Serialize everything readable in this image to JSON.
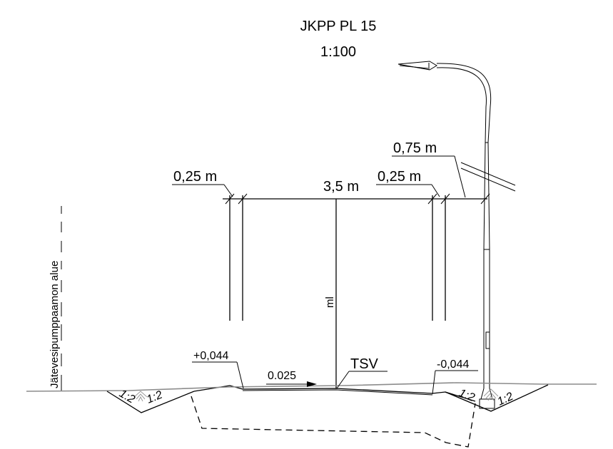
{
  "title": {
    "line1": "JKPP PL 15",
    "scale": "1:100"
  },
  "dimensions": {
    "left_shoulder": "0,25 m",
    "carriageway": "3,5 m",
    "right_shoulder": "0,25 m",
    "light_pole_offset": "0,75 m"
  },
  "levels": {
    "left_edge": "+0,044",
    "crossfall": "0.025",
    "right_edge": "-0,044",
    "surface_code": "TSV",
    "centerline": "ml"
  },
  "slopes": {
    "left_ditch_outer": "1:2",
    "left_ditch_inner": "1:2",
    "right_ditch_inner": "1:2",
    "right_ditch_outer": "1:2"
  },
  "area_label": "Jätevesipumppaamon alue",
  "colors": {
    "line": "#000000",
    "ground": "#8c8c8c",
    "hatch": "#9a9a9a"
  }
}
